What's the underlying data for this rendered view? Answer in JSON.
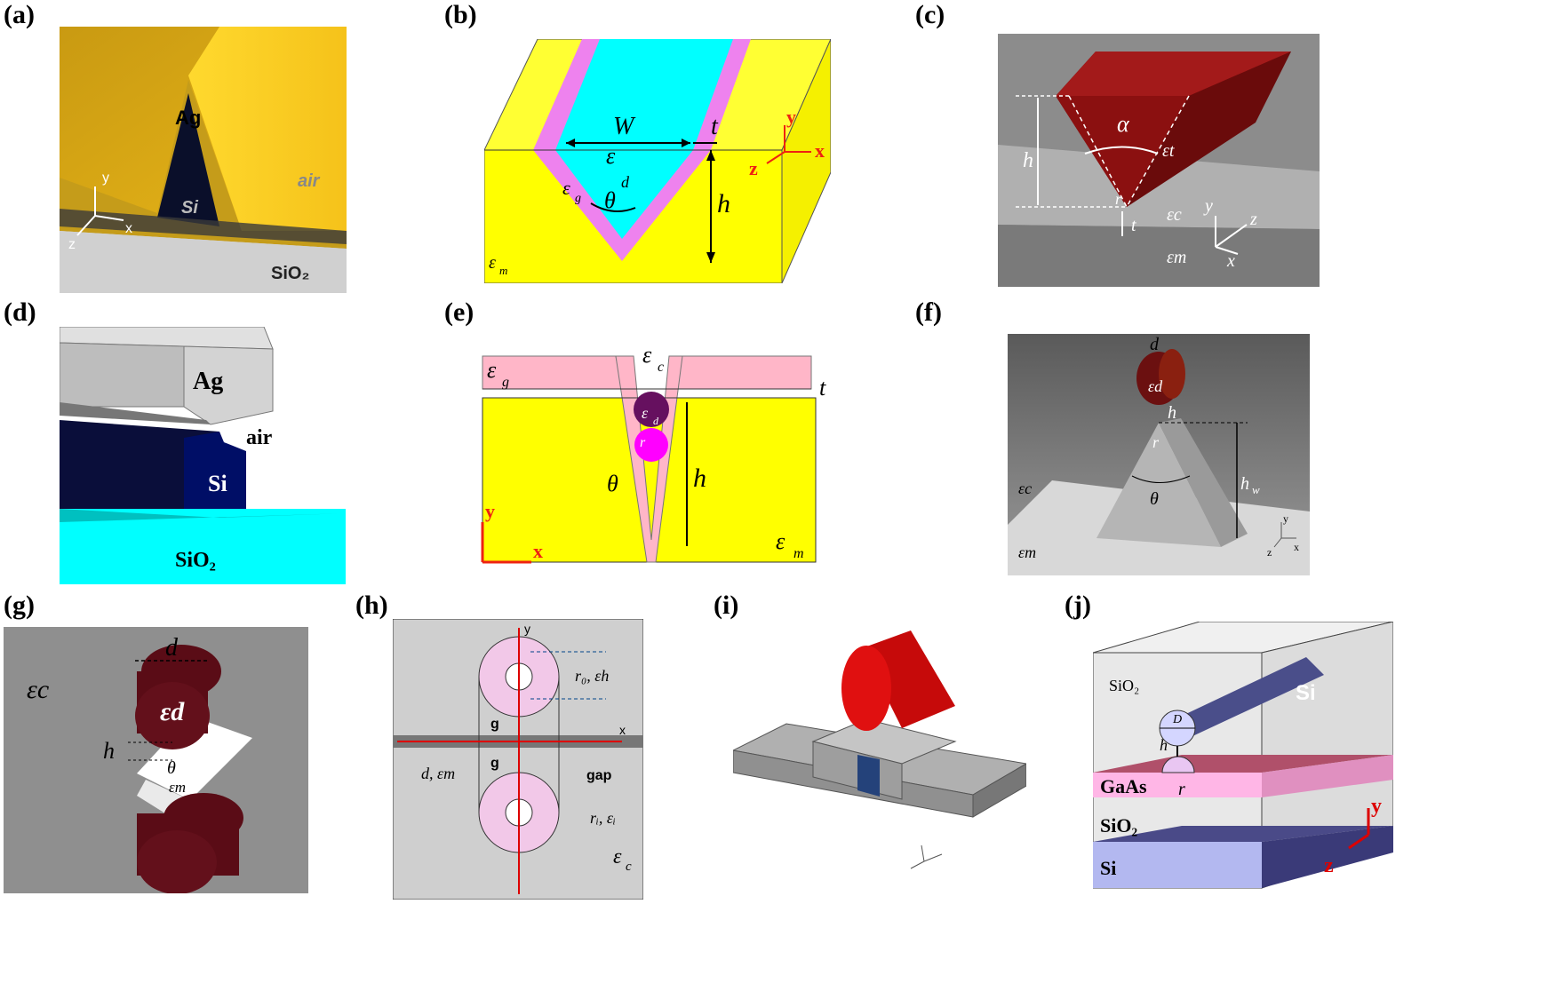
{
  "panels": {
    "a": {
      "label": "(a)",
      "texts": {
        "ag": "Ag",
        "si": "Si",
        "air": "air",
        "sio2": "SiO₂",
        "y": "y",
        "x": "x",
        "z": "z"
      }
    },
    "b": {
      "label": "(b)",
      "texts": {
        "w": "W",
        "t": "t",
        "eps_d": "ε",
        "eps_d_sub": "d",
        "theta": "θ",
        "eps_g": "ε",
        "eps_g_sub": "g",
        "h": "h",
        "eps_m": "ε",
        "eps_m_sub": "m",
        "y": "y",
        "x": "x",
        "z": "z"
      }
    },
    "c": {
      "label": "(c)",
      "texts": {
        "alpha": "α",
        "eps_t": "εt",
        "h": "h",
        "r": "r",
        "t": "t",
        "eps_c": "εc",
        "eps_m": "εm",
        "y": "y",
        "z": "z",
        "x": "x"
      }
    },
    "d": {
      "label": "(d)",
      "texts": {
        "ag": "Ag",
        "air": "air",
        "si": "Si",
        "sio2": "SiO₂"
      }
    },
    "e": {
      "label": "(e)",
      "texts": {
        "eps_c": "ε",
        "eps_c_sub": "c",
        "eps_g": "ε",
        "eps_g_sub": "g",
        "t": "t",
        "eps_d": "ε",
        "eps_d_sub": "d",
        "r": "r",
        "theta": "θ",
        "h": "h",
        "y": "y",
        "x": "x",
        "eps_m": "ε",
        "eps_m_sub": "m"
      }
    },
    "f": {
      "label": "(f)",
      "texts": {
        "d": "d",
        "eps_d": "εd",
        "h": "h",
        "r": "r",
        "hw": "h",
        "hw_sub": "w",
        "theta": "θ",
        "eps_c": "εc",
        "eps_m": "εm",
        "y": "y",
        "z": "z",
        "x": "x"
      }
    },
    "g": {
      "label": "(g)",
      "texts": {
        "eps_c": "εc",
        "d": "d",
        "eps_d": "εd",
        "h": "h",
        "theta": "θ",
        "eps_m": "εm"
      }
    },
    "h": {
      "label": "(h)",
      "texts": {
        "y": "y",
        "x": "x",
        "r0": "r₀, εh",
        "g1": "g",
        "g2": "g",
        "gap": "gap",
        "d": "d, εm",
        "ri": "rᵢ, εᵢ",
        "eps_c": "ε",
        "eps_c_sub": "c"
      }
    },
    "i": {
      "label": "(i)"
    },
    "j": {
      "label": "(j)",
      "texts": {
        "sio2_top": "SiO₂",
        "si_top": "Si",
        "d": "D",
        "h": "h",
        "gaas": "GaAs",
        "r": "r",
        "sio2": "SiO₂",
        "si": "Si",
        "y": "y",
        "z": "z"
      }
    }
  },
  "colors": {
    "gold": "#f2c21b",
    "yellow": "#ffff00",
    "cyan": "#00ffff",
    "magenta": "#ee82ee",
    "darkred": "#7a0a0a",
    "pink": "#ffb6c8",
    "navy": "#0b1030",
    "lightgray": "#c8c8c8"
  }
}
